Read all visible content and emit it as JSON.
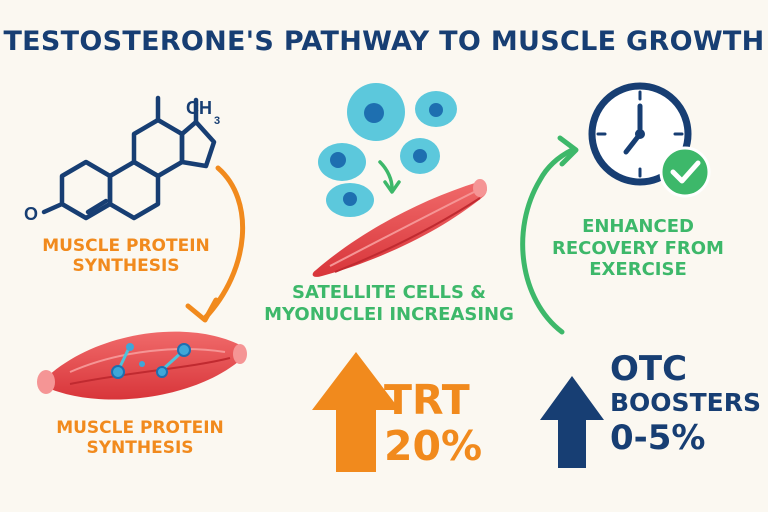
{
  "title": "TESTOSTERONE'S PATHWAY TO MUSCLE GROWTH",
  "molecule": {
    "methyl_label": "CH",
    "methyl_subscript": "3",
    "ketone_label": "O"
  },
  "step_protein_synthesis_top": {
    "line1": "MUSCLE PROTEIN",
    "line2": "SYNTHESIS"
  },
  "step_protein_synthesis_bottom": {
    "line1": "MUSCLE PROTEIN",
    "line2": "SYNTHESIS"
  },
  "step_satellite_cells": {
    "line1": "SATELLITE CELLS &",
    "line2": "MYONUCLEI INCREASING"
  },
  "step_recovery": {
    "line1": "ENHANCED",
    "line2": "RECOVERY FROM",
    "line3": "EXERCISE"
  },
  "trt": {
    "label": "TRT",
    "value": "20%"
  },
  "otc": {
    "line1": "OTC",
    "line2": "BOOSTERS",
    "value": "0-5%"
  },
  "colors": {
    "navy": "#173e73",
    "orange": "#f18a1d",
    "green": "#3db86a",
    "muscle_red": "#e84a4a",
    "cell_cyan": "#5cc8dc",
    "nucleus_blue": "#1e6fb0",
    "background": "#fbf8f1"
  }
}
